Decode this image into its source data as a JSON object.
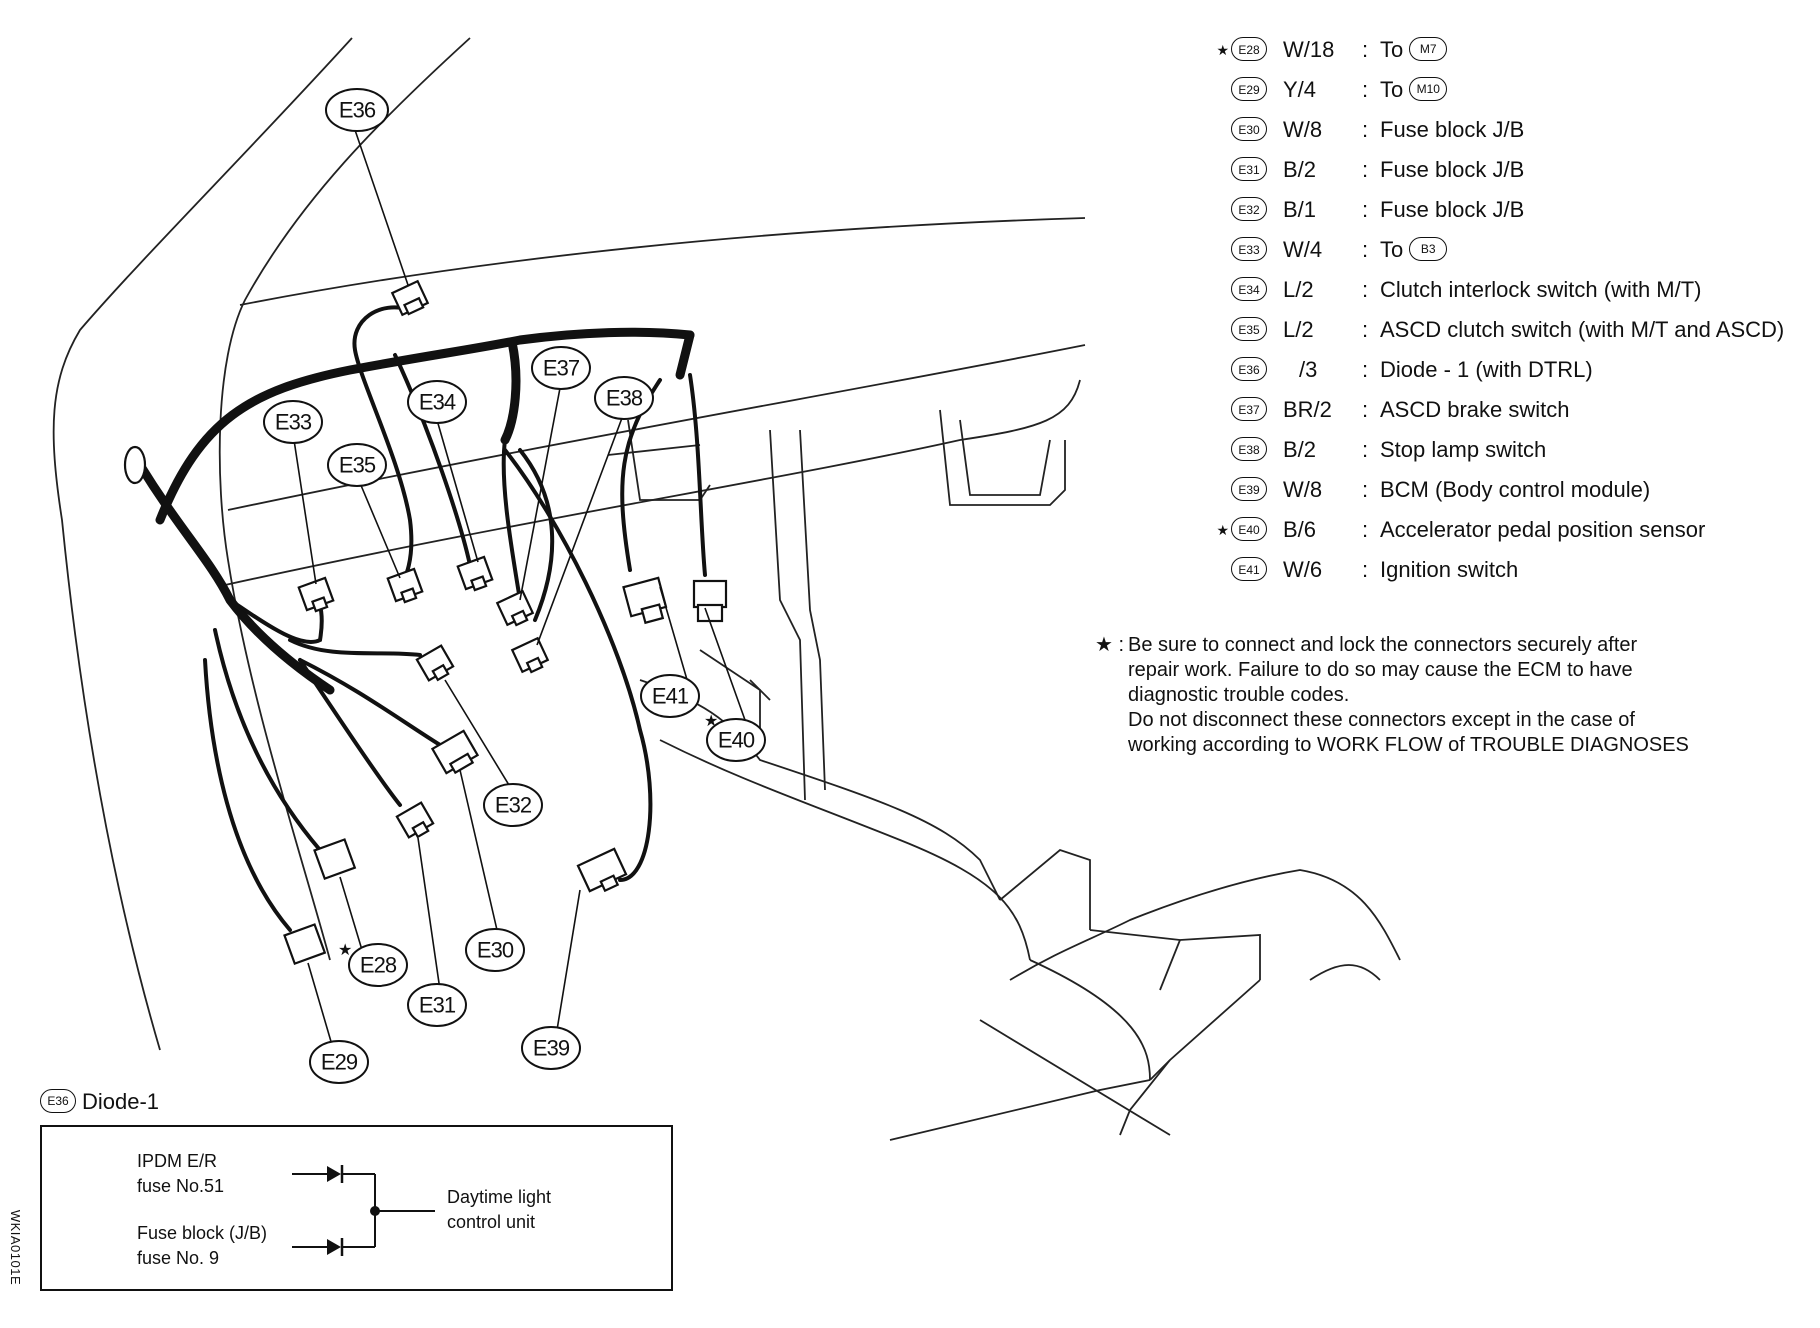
{
  "callouts": [
    "E36",
    "E37",
    "E38",
    "E34",
    "E33",
    "E35",
    "E41",
    "E40",
    "E32",
    "E30",
    "E28",
    "E31",
    "E39",
    "E29"
  ],
  "callout_star": "★",
  "legend": [
    {
      "star": "★",
      "badge": "E28",
      "wire": "W/18",
      "colon": ":",
      "desc": "To",
      "ref": "M7"
    },
    {
      "star": "",
      "badge": "E29",
      "wire": "Y/4",
      "colon": ":",
      "desc": "To",
      "ref": "M10"
    },
    {
      "star": "",
      "badge": "E30",
      "wire": "W/8",
      "colon": ":",
      "desc": "Fuse block J/B",
      "ref": ""
    },
    {
      "star": "",
      "badge": "E31",
      "wire": "B/2",
      "colon": ":",
      "desc": "Fuse block J/B",
      "ref": ""
    },
    {
      "star": "",
      "badge": "E32",
      "wire": "B/1",
      "colon": ":",
      "desc": "Fuse block J/B",
      "ref": ""
    },
    {
      "star": "",
      "badge": "E33",
      "wire": "W/4",
      "colon": ":",
      "desc": "To",
      "ref": "B3"
    },
    {
      "star": "",
      "badge": "E34",
      "wire": "L/2",
      "colon": ":",
      "desc": "Clutch interlock switch (with M/T)",
      "ref": ""
    },
    {
      "star": "",
      "badge": "E35",
      "wire": "L/2",
      "colon": ":",
      "desc": "ASCD clutch switch (with M/T and ASCD)",
      "ref": ""
    },
    {
      "star": "",
      "badge": "E36",
      "wire": "/3",
      "colon": ":",
      "desc": "Diode - 1 (with DTRL)",
      "ref": ""
    },
    {
      "star": "",
      "badge": "E37",
      "wire": "BR/2",
      "colon": ":",
      "desc": "ASCD brake switch",
      "ref": ""
    },
    {
      "star": "",
      "badge": "E38",
      "wire": "B/2",
      "colon": ":",
      "desc": "Stop lamp switch",
      "ref": ""
    },
    {
      "star": "",
      "badge": "E39",
      "wire": "W/8",
      "colon": ":",
      "desc": "BCM (Body control module)",
      "ref": ""
    },
    {
      "star": "★",
      "badge": "E40",
      "wire": "B/6",
      "colon": ":",
      "desc": "Accelerator pedal position sensor",
      "ref": ""
    },
    {
      "star": "",
      "badge": "E41",
      "wire": "W/6",
      "colon": ":",
      "desc": "Ignition switch",
      "ref": ""
    }
  ],
  "note": {
    "star": "★ :",
    "lines": [
      "Be sure to connect and lock the connectors securely after",
      "repair work. Failure to do so may cause the ECM to have",
      "diagnostic trouble codes.",
      "Do not disconnect these connectors except in the case of",
      "working according to WORK FLOW of TROUBLE DIAGNOSES"
    ]
  },
  "diode": {
    "badge": "E36",
    "title": "Diode-1",
    "input1": [
      "IPDM E/R",
      "fuse No.51"
    ],
    "input2": [
      "Fuse block (J/B)",
      "fuse No. 9"
    ],
    "output": [
      "Daytime light",
      "control unit"
    ]
  },
  "doc_code": "WKIA0101E"
}
